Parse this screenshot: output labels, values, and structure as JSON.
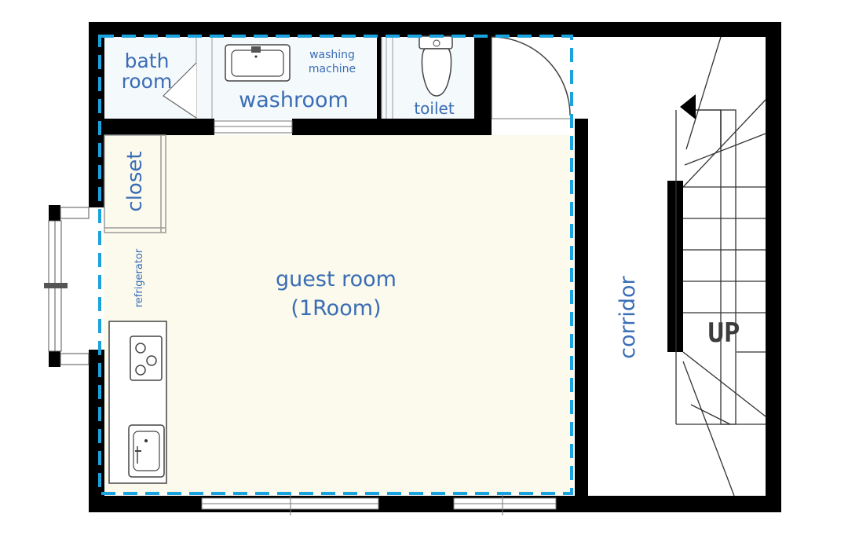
{
  "rooms": {
    "bath_line1": "bath",
    "bath_line2": "room",
    "washroom": "washroom",
    "washing_line1": "washing",
    "washing_line2": "machine",
    "toilet": "toilet",
    "closet": "closet",
    "refrigerator": "refrigerator",
    "guest_line1": "guest room",
    "guest_line2": "(1Room)",
    "corridor": "corridor"
  },
  "stairs": {
    "direction_label": "UP"
  },
  "colors": {
    "wall": "#000000",
    "room_fill": "#fbfaec",
    "wet_fill": "#f4f9fc",
    "boundary": "#1aa3df",
    "label": "#3a6db5"
  }
}
